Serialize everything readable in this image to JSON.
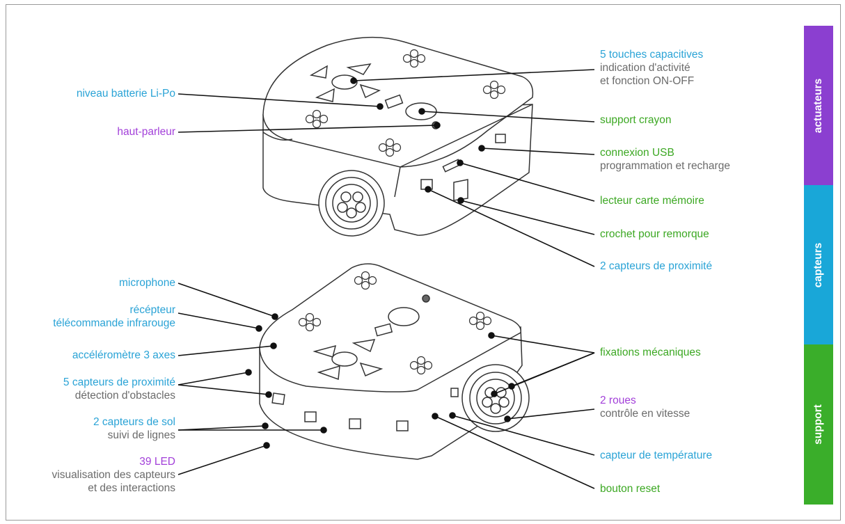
{
  "colors": {
    "cyan": "#2aa3d6",
    "green": "#3ca823",
    "purple": "#a23fd9",
    "gray": "#6b6b6b",
    "actuateurs_band": "#8b3fd0",
    "capteurs_band": "#19a7d8",
    "support_band": "#3aae2a"
  },
  "bands": {
    "actuateurs": "actuateurs",
    "capteurs": "capteurs",
    "support": "support"
  },
  "labels": {
    "touches": {
      "title": "5 touches capacitives",
      "sub1": "indication d'activité",
      "sub2": "et fonction ON-OFF"
    },
    "crayon": {
      "title": "support crayon"
    },
    "usb": {
      "title": "connexion USB",
      "sub1": "programmation et recharge"
    },
    "memoire": {
      "title": "lecteur carte mémoire"
    },
    "crochet": {
      "title": "crochet pour remorque"
    },
    "prox2": {
      "title": "2 capteurs de proximité"
    },
    "fixations": {
      "title": "fixations mécaniques"
    },
    "roues": {
      "title": "2 roues",
      "sub1": "contrôle en vitesse"
    },
    "temperature": {
      "title": "capteur de température"
    },
    "reset": {
      "title": "bouton reset"
    },
    "batterie": {
      "title": "niveau batterie Li-Po"
    },
    "hautparleur": {
      "title": "haut-parleur"
    },
    "microphone": {
      "title": "microphone"
    },
    "recepteur": {
      "title": "récépteur",
      "sub1": "télécommande infrarouge"
    },
    "accel": {
      "title": "accéléromètre 3 axes"
    },
    "prox5": {
      "title": "5 capteurs de proximité",
      "sub1": "détection d'obstacles"
    },
    "sol": {
      "title": "2 capteurs de sol",
      "sub1": "suivi de lignes"
    },
    "led": {
      "title": "39 LED",
      "sub1": "visualisation des capteurs",
      "sub2": "et des interactions"
    }
  }
}
